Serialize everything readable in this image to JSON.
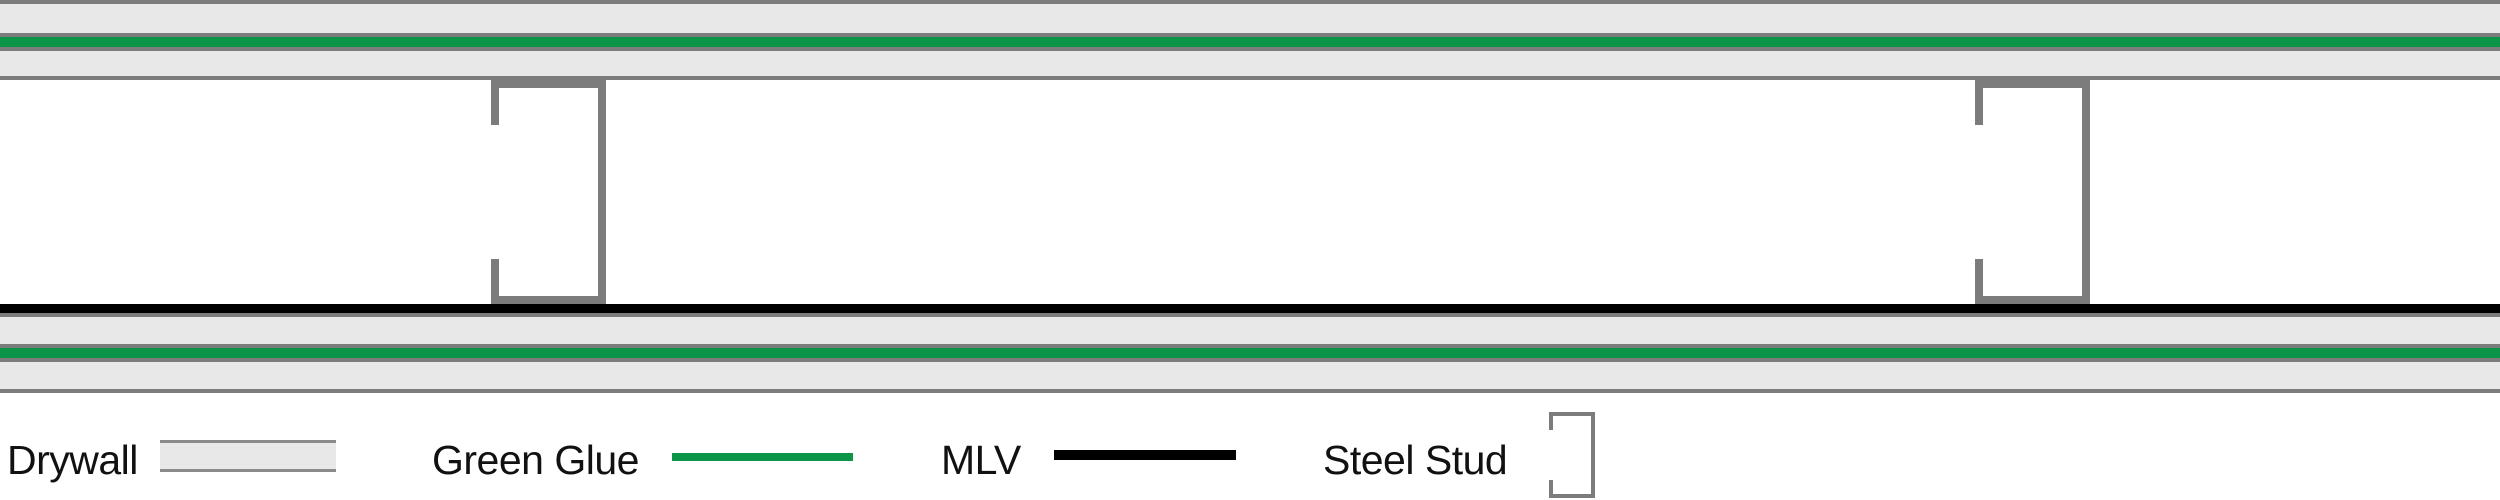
{
  "diagram": {
    "type": "soundproof-wall-assembly-cross-section",
    "layers_top_to_bottom": [
      "Drywall",
      "Green Glue",
      "Drywall",
      "Steel Stud cavity",
      "MLV",
      "Drywall",
      "Green Glue",
      "Drywall"
    ],
    "stud_count": 2,
    "colors": {
      "drywall_fill": "#e8e8e8",
      "outline_gray": "#7c7c7c",
      "green_glue": "#0c9549",
      "mlv_black": "#000000",
      "label_text": "#111111"
    }
  },
  "legend": {
    "items": [
      {
        "label": "Drywall",
        "swatch": "drywall-swatch"
      },
      {
        "label": "Green Glue",
        "swatch": "green-line-swatch"
      },
      {
        "label": "MLV",
        "swatch": "black-line-swatch"
      },
      {
        "label": "Steel Stud",
        "swatch": "steel-stud-icon"
      }
    ]
  }
}
